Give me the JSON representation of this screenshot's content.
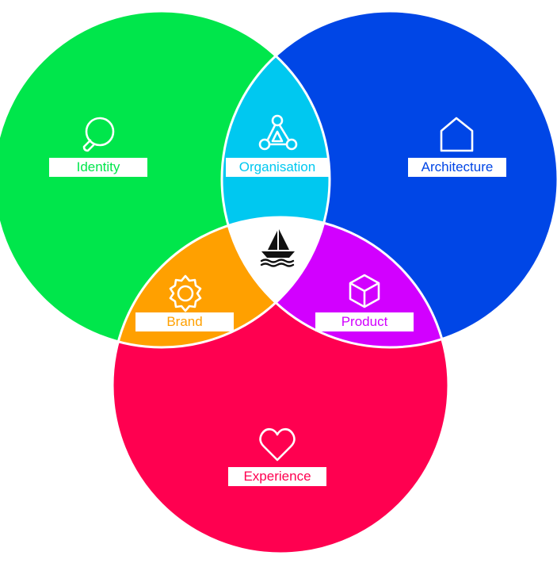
{
  "diagram": {
    "center_icon": "sailboat-icon",
    "regions": {
      "identity": {
        "label": "Identity",
        "icon": "speech-bubble-icon",
        "color": "#00E64B"
      },
      "architecture": {
        "label": "Architecture",
        "icon": "house-icon",
        "color": "#0046E6"
      },
      "experience": {
        "label": "Experience",
        "icon": "heart-icon",
        "color": "#FF0050"
      },
      "organisation": {
        "label": "Organisation",
        "icon": "network-icon",
        "color": "#00C8F0"
      },
      "brand": {
        "label": "Brand",
        "icon": "sun-badge-icon",
        "color": "#FFA000"
      },
      "product": {
        "label": "Product",
        "icon": "cube-icon",
        "color": "#D200FF"
      },
      "core": {
        "color": "#FFFFFF"
      }
    },
    "outline_color": "#FFFFFF"
  }
}
